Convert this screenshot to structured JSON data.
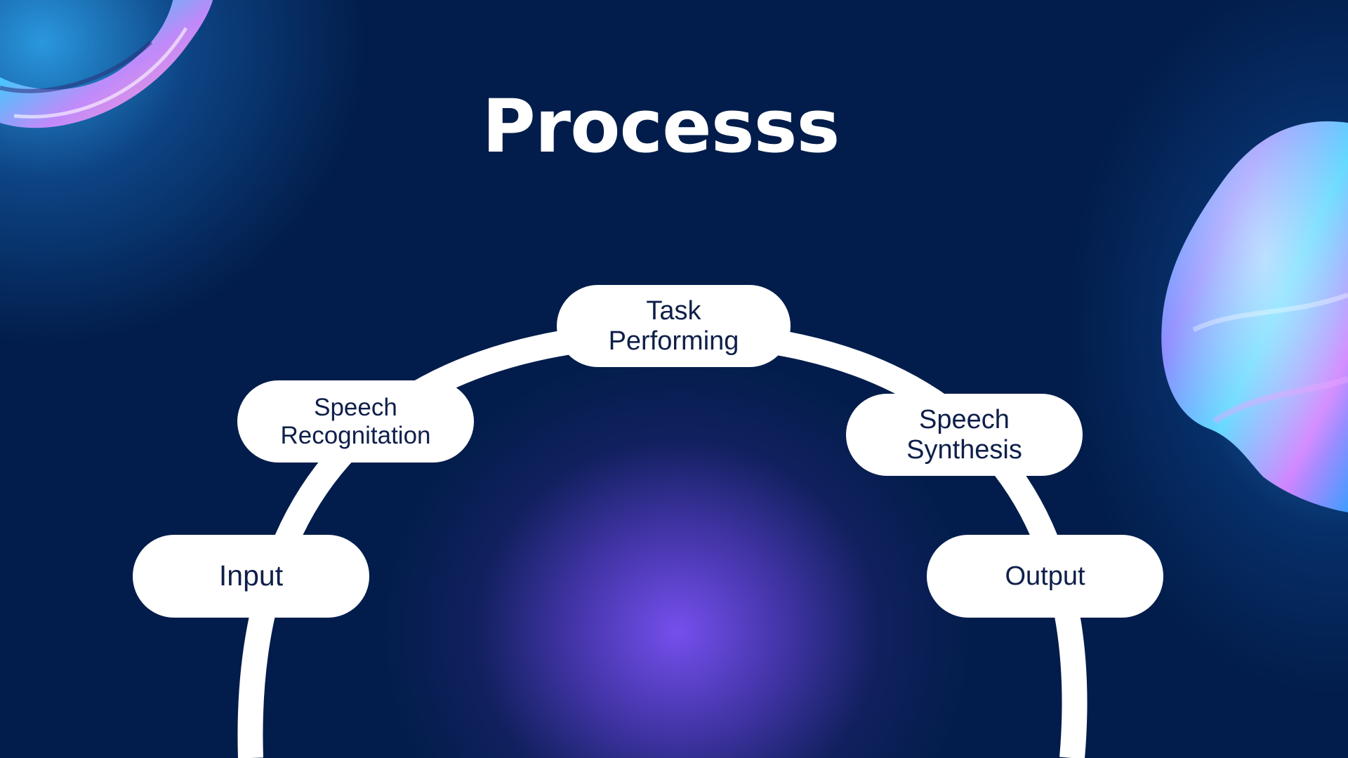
{
  "slide": {
    "title": "Processs"
  },
  "process": {
    "steps": [
      {
        "id": "input",
        "lines": [
          "Input"
        ]
      },
      {
        "id": "speech-recognition",
        "lines": [
          "Speech",
          "Recognitation"
        ]
      },
      {
        "id": "task-performing",
        "lines": [
          "Task",
          "Performing"
        ]
      },
      {
        "id": "speech-synthesis",
        "lines": [
          "Speech",
          "Synthesis"
        ]
      },
      {
        "id": "output",
        "lines": [
          "Output"
        ]
      }
    ]
  },
  "colors": {
    "background": "#021d4b",
    "glow_center": "#7c52f6",
    "arc": "#ffffff",
    "node_fill": "#ffffff",
    "node_text": "#0f1f4a"
  },
  "decorations": [
    "iridescent-ring-shape",
    "iridescent-blob-shape"
  ]
}
